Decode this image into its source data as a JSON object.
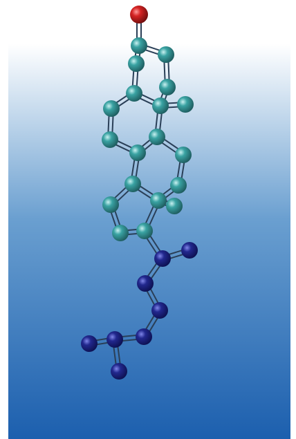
{
  "scene": {
    "background_top": "#ffffff",
    "background_mid": "#6a9fd0",
    "background_bottom": "#1c5fae",
    "bond_color": "#2a3f57",
    "element_colors": {
      "oxygen": "#d42323",
      "carbon_ring": "#3aa3a3",
      "carbon_chain": "#22288e"
    }
  },
  "molecule": {
    "atom_groups": [
      "oxygen",
      "carbon_ring",
      "carbon_chain"
    ]
  }
}
